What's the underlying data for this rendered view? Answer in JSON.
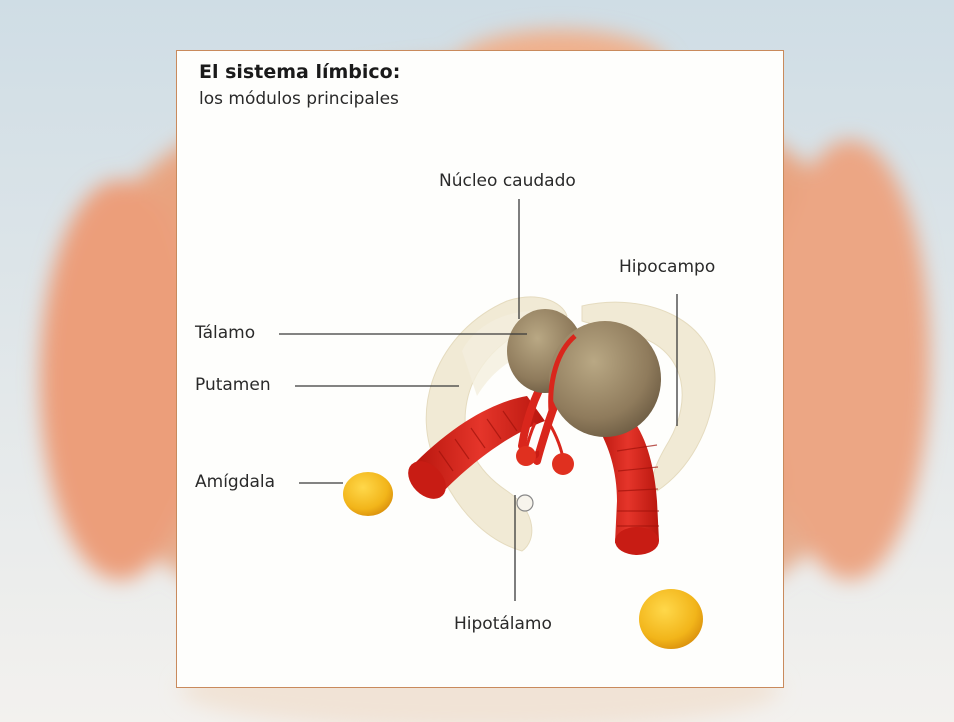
{
  "diagram": {
    "title": "El sistema límbico:",
    "subtitle": "los módulos principales",
    "labels": {
      "nucleo_caudado": "Núcleo caudado",
      "hipocampo": "Hipocampo",
      "talamo": "Tálamo",
      "putamen": "Putamen",
      "amigdala": "Amígdala",
      "hipotalamo": "Hipotálamo"
    }
  },
  "colors": {
    "frame_border": "#c98a5c",
    "brain_background": "#e9a27d",
    "hippocampus_red": "#d9261c",
    "thalamus_brown": "#9a8666",
    "amygdala_yellow": "#f2b51a",
    "caudate_cream": "#efe7cf"
  }
}
